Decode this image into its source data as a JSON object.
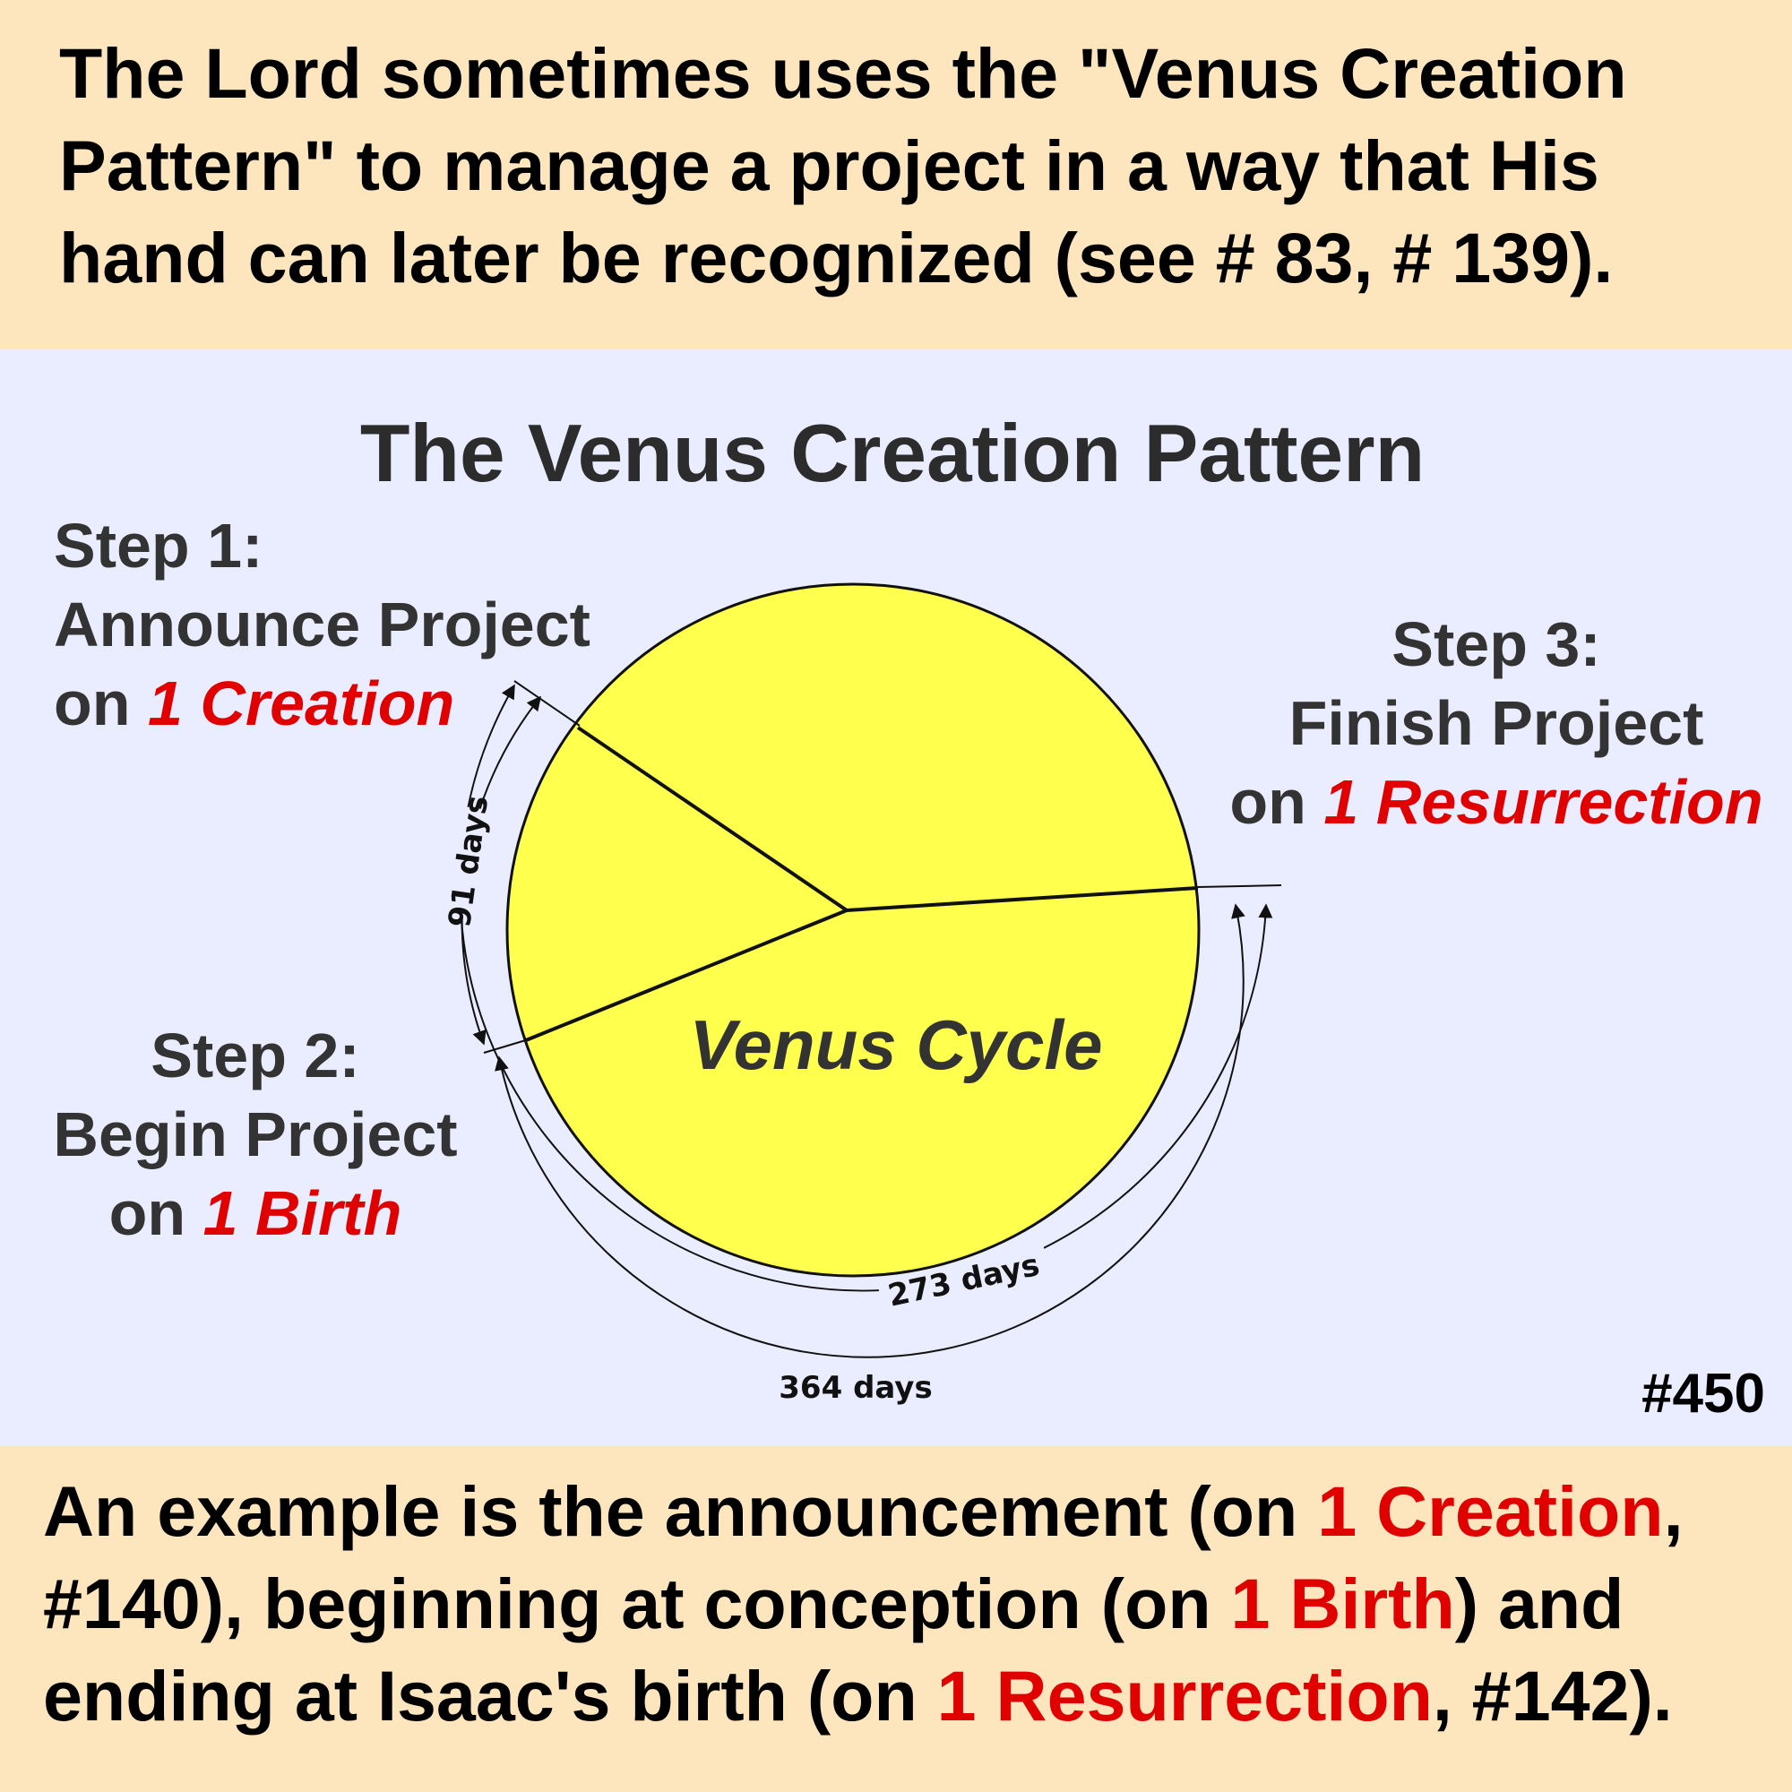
{
  "header": {
    "parts": [
      {
        "text": "The Lord sometimes uses the \"Venus Creation Pattern\" to manage a project in a way that His hand can later be recognized (see # 83, # 139).",
        "red": false
      }
    ]
  },
  "diagram": {
    "title": "The Venus Creation Pattern",
    "center_label": "Venus Cycle",
    "arc_91": "91 days",
    "arc_273": "273 days",
    "arc_364": "364 days",
    "circle_fill": "#ffff4d",
    "steps": {
      "step1": {
        "heading": "Step 1:",
        "line": "Announce Project",
        "prefix": "on",
        "highlight": "1 Creation"
      },
      "step2": {
        "heading": "Step 2:",
        "line": "Begin Project",
        "prefix": "on",
        "highlight": "1 Birth"
      },
      "step3": {
        "heading": "Step 3:",
        "line": "Finish Project",
        "prefix": "on",
        "highlight": "1 Resurrection"
      }
    }
  },
  "badge": "#450",
  "footer": {
    "p1": "An example is the announcement (on ",
    "h1": "1 Creation",
    "p2": ", #140), beginning at conception (on ",
    "h2": "1 Birth",
    "p3": ") and ending at Isaac's birth (on ",
    "h3": "1 Resurrection",
    "p4": ", #142)."
  },
  "colors": {
    "highlight": "#e00000",
    "top_band": "#fde5be",
    "diagram_bg": "#eaecff"
  }
}
